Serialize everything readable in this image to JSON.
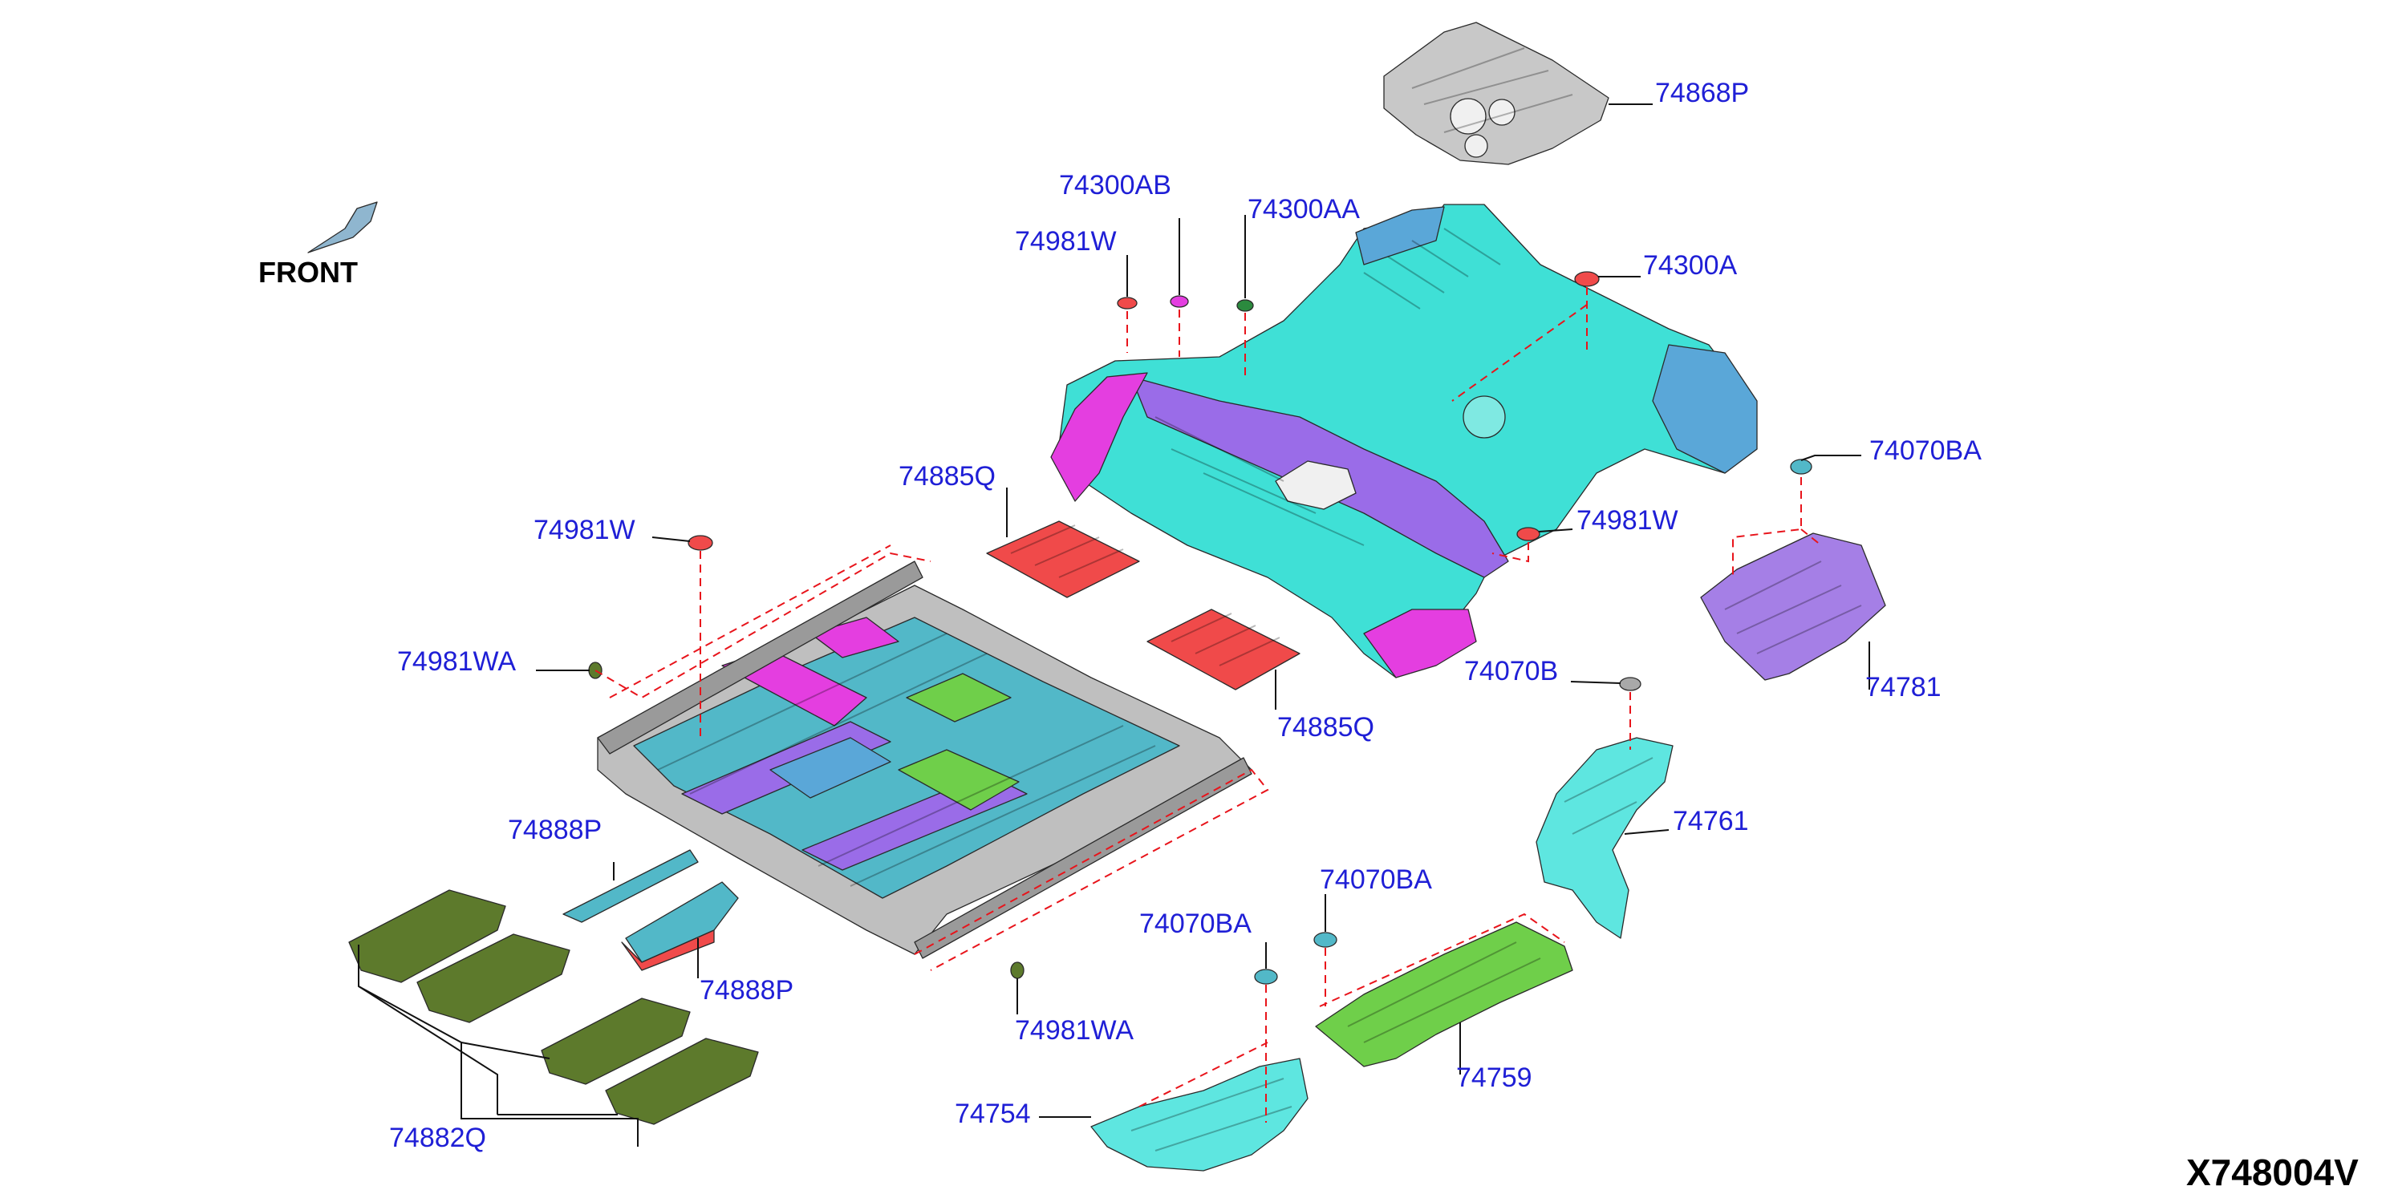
{
  "front": {
    "label": "FRONT"
  },
  "diagram_code": "X748004V",
  "colors": {
    "label_text": "#1f1fd6",
    "leader_line": "#111111",
    "dash_line": "#e8141b",
    "rear_floor": "#3fe0d6",
    "rear_floor_inner": "#9a6ce8",
    "magenta_member": "#e43ee0",
    "red_plate": "#f04a4a",
    "green_member": "#6fcf4a",
    "olive_mat": "#5d7a2c",
    "gray_panel": "#bfbfbf",
    "teal_panel": "#52b8c8",
    "purple_panel": "#a57fe6",
    "cyan_duct": "#5ee6e0"
  },
  "labels": [
    {
      "id": "74868P",
      "text": "74868P"
    },
    {
      "id": "74300AB",
      "text": "74300AB"
    },
    {
      "id": "74300AA",
      "text": "74300AA"
    },
    {
      "id": "74981W-top",
      "text": "74981W"
    },
    {
      "id": "74300A",
      "text": "74300A"
    },
    {
      "id": "74070BA-right",
      "text": "74070BA"
    },
    {
      "id": "74885Q-top",
      "text": "74885Q"
    },
    {
      "id": "74981W-left",
      "text": "74981W"
    },
    {
      "id": "74981W-right",
      "text": "74981W"
    },
    {
      "id": "74981WA-left",
      "text": "74981WA"
    },
    {
      "id": "74885Q-mid",
      "text": "74885Q"
    },
    {
      "id": "74070B",
      "text": "74070B"
    },
    {
      "id": "74781",
      "text": "74781"
    },
    {
      "id": "74761",
      "text": "74761"
    },
    {
      "id": "74888P-top",
      "text": "74888P"
    },
    {
      "id": "74888P-bottom",
      "text": "74888P"
    },
    {
      "id": "74070BA-mid",
      "text": "74070BA"
    },
    {
      "id": "74070BA-low",
      "text": "74070BA"
    },
    {
      "id": "74981WA-bottom",
      "text": "74981WA"
    },
    {
      "id": "74759",
      "text": "74759"
    },
    {
      "id": "74754",
      "text": "74754"
    },
    {
      "id": "74882Q",
      "text": "74882Q"
    }
  ]
}
